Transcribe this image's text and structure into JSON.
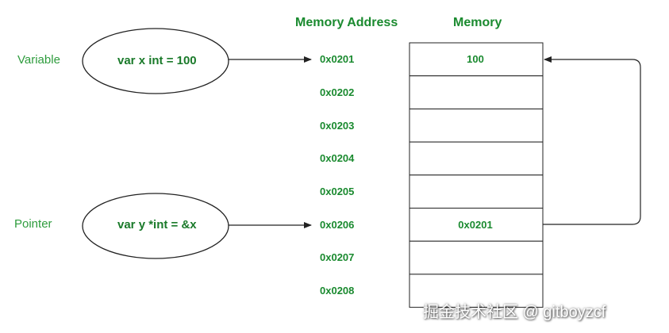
{
  "colors": {
    "text_green": "#1a8a2f",
    "label_green": "#2e9c3d",
    "line": "#222222"
  },
  "headers": {
    "address": "Memory Address",
    "memory": "Memory"
  },
  "variable": {
    "label": "Variable",
    "expression": "var x int = 100"
  },
  "pointer": {
    "label": "Pointer",
    "expression": "var y *int = &x"
  },
  "addresses": [
    "0x0201",
    "0x0202",
    "0x0203",
    "0x0204",
    "0x0205",
    "0x0206",
    "0x0207",
    "0x0208"
  ],
  "cells": [
    "100",
    "",
    "",
    "",
    "",
    "0x0201",
    "",
    ""
  ],
  "watermark": "掘金技术社区 @ gitboyzcf"
}
